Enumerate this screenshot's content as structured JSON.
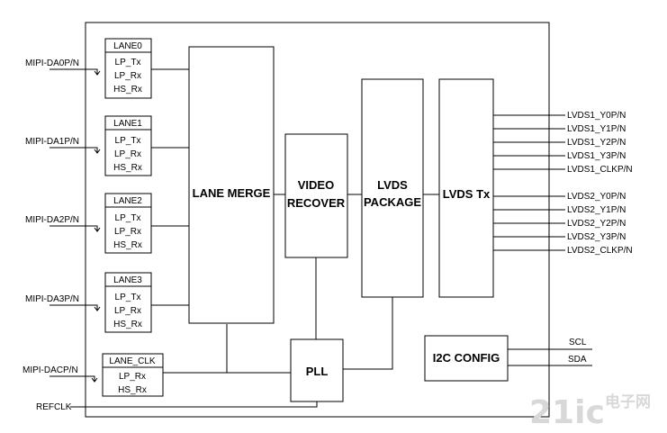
{
  "inputs": {
    "da0": "MIPI-DA0P/N",
    "da1": "MIPI-DA1P/N",
    "da2": "MIPI-DA2P/N",
    "da3": "MIPI-DA3P/N",
    "dac": "MIPI-DACP/N",
    "refclk": "REFCLK"
  },
  "lanes": [
    {
      "title": "LANE0",
      "rows": [
        "LP_Tx",
        "LP_Rx",
        "HS_Rx"
      ]
    },
    {
      "title": "LANE1",
      "rows": [
        "LP_Tx",
        "LP_Rx",
        "HS_Rx"
      ]
    },
    {
      "title": "LANE2",
      "rows": [
        "LP_Tx",
        "LP_Rx",
        "HS_Rx"
      ]
    },
    {
      "title": "LANE3",
      "rows": [
        "LP_Tx",
        "LP_Rx",
        "HS_Rx"
      ]
    }
  ],
  "lane_clk": {
    "title": "LANE_CLK",
    "rows": [
      "LP_Rx",
      "HS_Rx"
    ]
  },
  "blocks": {
    "lane_merge": "LANE MERGE",
    "video_recover_1": "VIDEO",
    "video_recover_2": "RECOVER",
    "lvds_package_1": "LVDS",
    "lvds_package_2": "PACKAGE",
    "lvds_tx": "LVDS Tx",
    "pll": "PLL",
    "i2c": "I2C CONFIG"
  },
  "outputs": {
    "lvds1": [
      "LVDS1_Y0P/N",
      "LVDS1_Y1P/N",
      "LVDS1_Y2P/N",
      "LVDS1_Y3P/N",
      "LVDS1_CLKP/N"
    ],
    "lvds2": [
      "LVDS2_Y0P/N",
      "LVDS2_Y1P/N",
      "LVDS2_Y2P/N",
      "LVDS2_Y3P/N",
      "LVDS2_CLKP/N"
    ],
    "scl": "SCL",
    "sda": "SDA"
  },
  "watermark": {
    "logo": "21ic",
    "text": "电子网"
  }
}
